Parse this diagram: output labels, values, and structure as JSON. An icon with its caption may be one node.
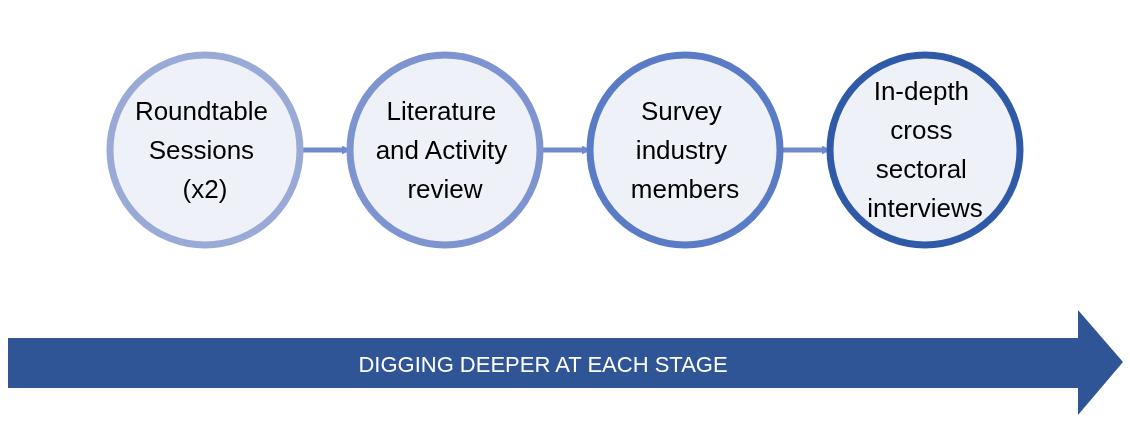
{
  "diagram": {
    "nodes": [
      {
        "text": [
          "Roundtable Sessions (x2)"
        ]
      },
      {
        "text": [
          "Literature and Activity review"
        ]
      },
      {
        "text": [
          "Survey industry members"
        ]
      },
      {
        "text": [
          "In-depth cross sectoral interviews"
        ]
      }
    ],
    "edges": [
      {
        "from": 0,
        "to": 1,
        "arrow": "to"
      },
      {
        "from": 1,
        "to": 2,
        "arrow": "to"
      },
      {
        "from": 2,
        "to": 3,
        "arrow": "to"
      }
    ],
    "labels": [
      "DIGGING DEEPER AT EACH STAGE"
    ]
  }
}
